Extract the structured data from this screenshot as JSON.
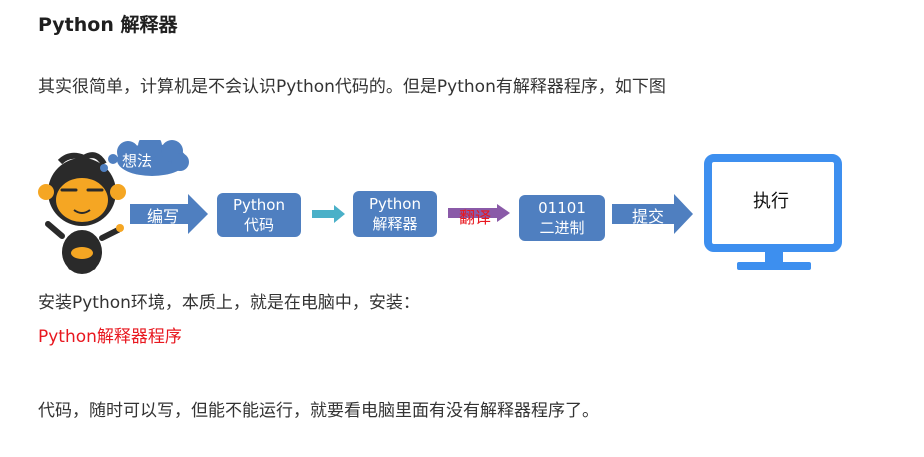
{
  "heading": "Python 解释器",
  "para1": "其实很简单，计算机是不会认识Python代码的。但是Python有解释器程序，如下图",
  "diagram": {
    "bubble": "想法",
    "step_write": "编写",
    "code_box": {
      "line1": "Python",
      "line2": "代码"
    },
    "interp_box": {
      "line1": "Python",
      "line2": "解释器"
    },
    "translate": "翻译",
    "binary_box": {
      "line1": "01101",
      "line2": "二进制"
    },
    "submit": "提交",
    "execute": "执行"
  },
  "para2": "安装Python环境，本质上，就是在电脑中，安装：",
  "highlight": "Python解释器程序",
  "para3": "代码，随时可以写，但能不能运行，就要看电脑里面有没有解释器程序了。",
  "colors": {
    "box_blue": "#4f7fc0",
    "monitor_blue": "#3d8fef",
    "red": "#e8171f",
    "teal": "#4ab0c8",
    "purple": "#8a5aa8"
  }
}
